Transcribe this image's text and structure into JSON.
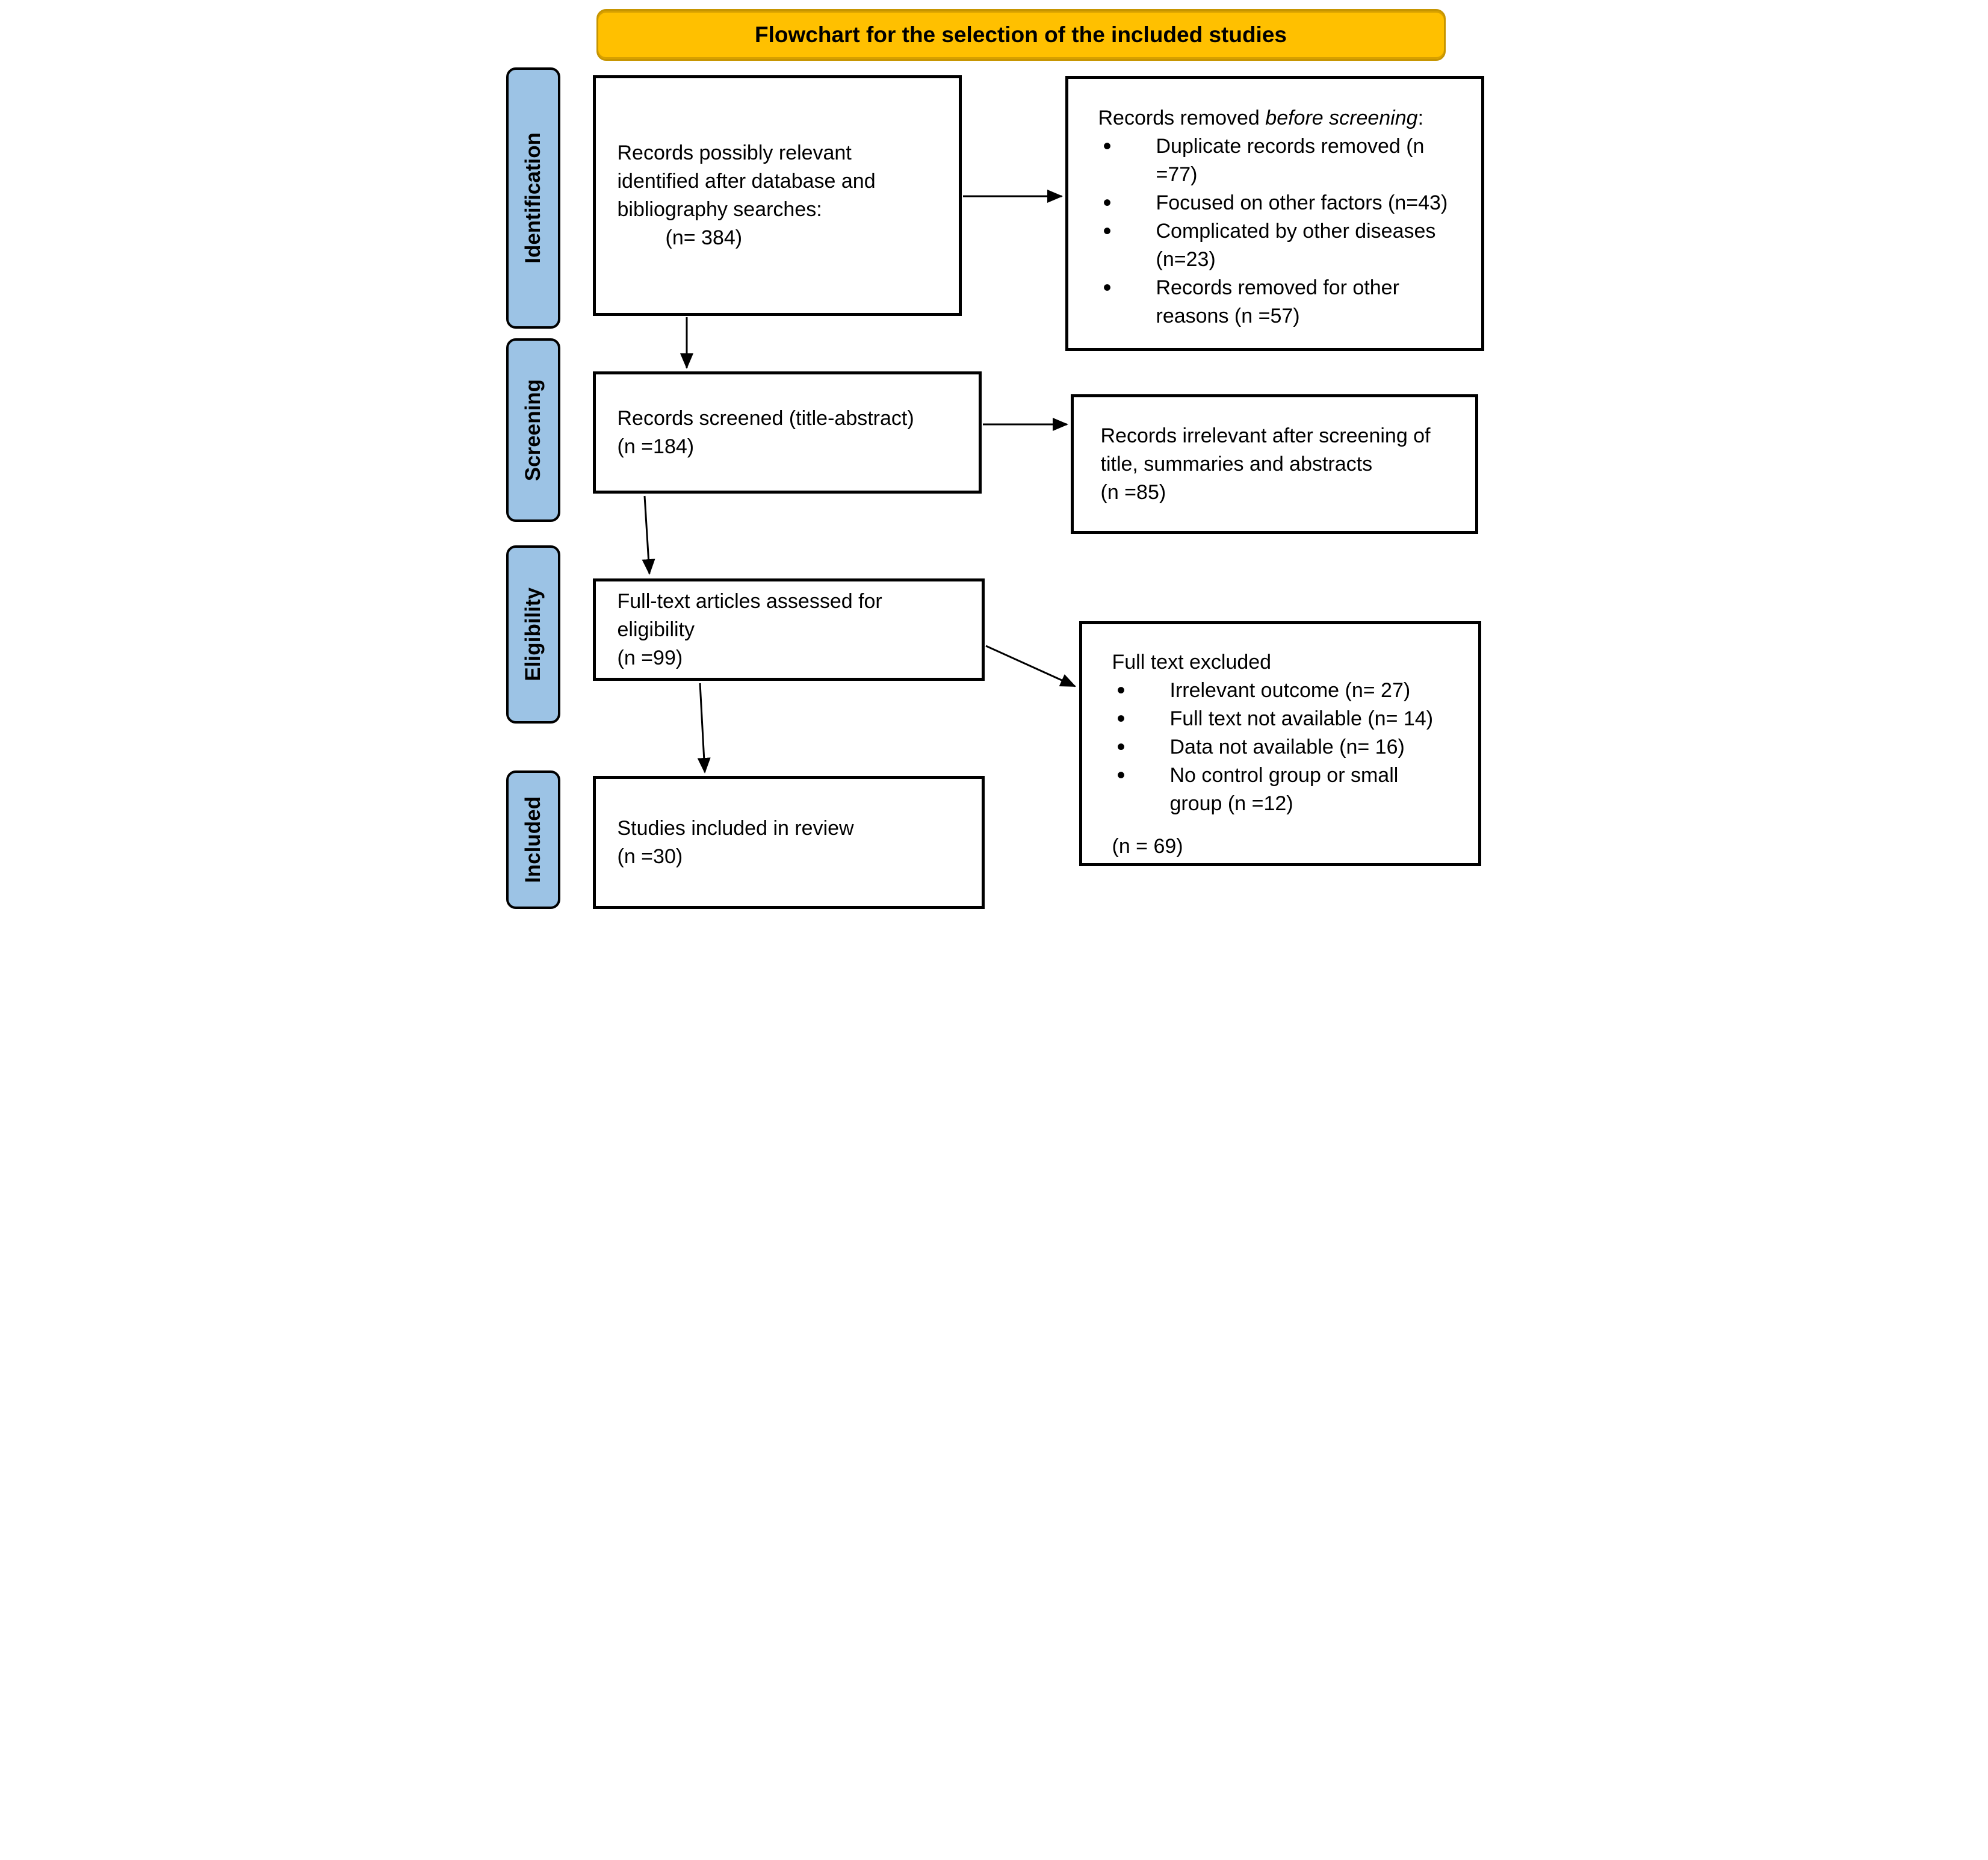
{
  "title": "Flowchart for the selection of the included studies",
  "stages": [
    "Identification",
    "Screening",
    "Eligibility",
    "Included"
  ],
  "boxes": {
    "identified": {
      "text": "Records possibly relevant\nidentified after database and\nbibliography searches:",
      "n": "(n= 384)"
    },
    "removed": {
      "prefix": "Records removed ",
      "italic": "before screening",
      "suffix": ":",
      "bullets": [
        "Duplicate records removed (n =77)",
        "Focused on other factors (n=43)",
        "Complicated by other diseases (n=23)",
        "Records removed for other reasons (n =57)"
      ]
    },
    "screened": {
      "text": "Records screened (title-abstract)\n(n =184)"
    },
    "irrelevant": {
      "text": "Records irrelevant after screening of\ntitle, summaries and abstracts\n(n =85)"
    },
    "fulltext": {
      "text": "Full-text articles assessed for\neligibility\n(n =99)"
    },
    "excluded": {
      "heading": "Full text excluded",
      "bullets": [
        "Irrelevant outcome (n= 27)",
        "Full text not available (n= 14)",
        "Data not available (n= 16)",
        "No control group or small group (n =12)"
      ],
      "total": "(n = 69)"
    },
    "included": {
      "text": "Studies included in review\n(n =30)"
    }
  },
  "colors": {
    "banner_fill": "#FFC000",
    "banner_border": "#C79500",
    "stage_fill": "#9CC3E5",
    "box_border": "#000000",
    "arrow": "#000000",
    "background": "#FFFFFF"
  }
}
